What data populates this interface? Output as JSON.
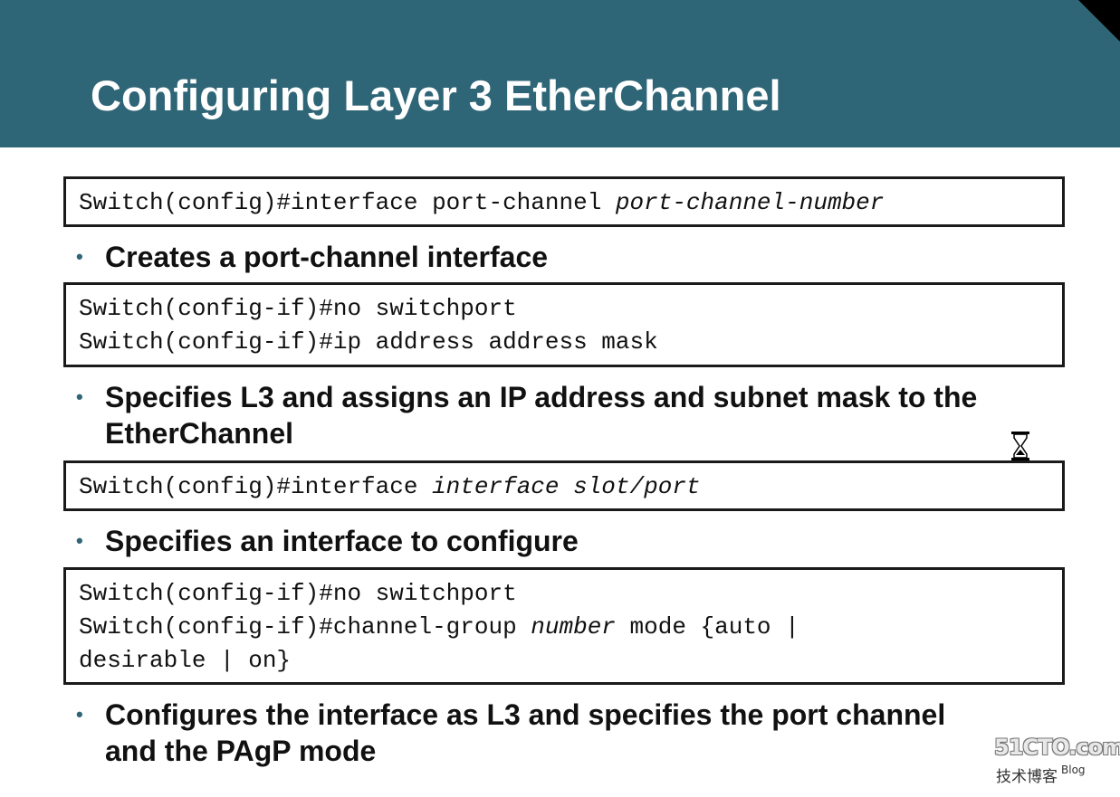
{
  "slide": {
    "title": "Configuring Layer 3 EtherChannel"
  },
  "blocks": [
    {
      "command_lines": [
        [
          {
            "text": "Switch(config)#interface port-channel ",
            "italic": false
          },
          {
            "text": "port-channel-number",
            "italic": true
          }
        ]
      ],
      "bullet": "Creates a port-channel interface"
    },
    {
      "command_lines": [
        [
          {
            "text": "Switch(config-if)#no switchport",
            "italic": false
          }
        ],
        [
          {
            "text": "Switch(config-if)#ip address address mask",
            "italic": false
          }
        ]
      ],
      "bullet": "Specifies L3 and assigns an IP address and subnet mask to the EtherChannel"
    },
    {
      "command_lines": [
        [
          {
            "text": "Switch(config)#interface ",
            "italic": false
          },
          {
            "text": "interface slot/port",
            "italic": true
          }
        ]
      ],
      "bullet": "Specifies an interface to configure"
    },
    {
      "command_lines": [
        [
          {
            "text": "Switch(config-if)#no switchport",
            "italic": false
          }
        ],
        [
          {
            "text": "Switch(config-if)#channel-group ",
            "italic": false
          },
          {
            "text": "number",
            "italic": true
          },
          {
            "text": " mode {auto |",
            "italic": false
          }
        ],
        [
          {
            "text": "desirable | on}",
            "italic": false
          }
        ]
      ],
      "bullet": "Configures the interface as L3 and specifies the port channel and the PAgP mode"
    }
  ],
  "watermark": {
    "brand": "51CTO.com",
    "tagline": "技术博客",
    "tag_small": "Blog"
  },
  "colors": {
    "header": "#2f6677",
    "bullet_dot": "#2f6677",
    "text": "#111111"
  },
  "icons": {
    "cursor": "hourglass-icon",
    "bullet": "bullet-dot-icon"
  }
}
